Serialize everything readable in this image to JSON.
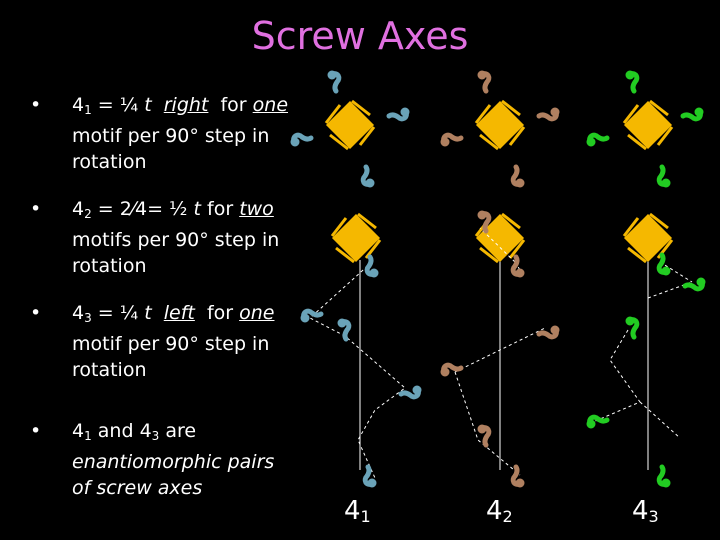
{
  "title": "Screw Axes",
  "bullet_char": "•",
  "bullets": [
    {
      "num": "4",
      "sub": "1",
      "eq": " = ¼ ",
      "t": "t",
      "sp": "  ",
      "dir": "right",
      "mid": "  for ",
      "count": "one",
      "line2": "motif per 90° step in",
      "line3": "rotation"
    },
    {
      "num": "4",
      "sub": "2",
      "eq": " = ",
      "frac": "2⁄4",
      "eq2": "= ½ ",
      "t": "t",
      "mid": " for ",
      "count": "two",
      "line2": "motifs per 90° step in",
      "line3": "rotation"
    },
    {
      "num": "4",
      "sub": "3",
      "eq": " = ¼ ",
      "t": "t",
      "sp": "  ",
      "dir": "left",
      "mid": "  for ",
      "count": "one",
      "line2": "motif per 90° step in",
      "line3": "rotation"
    },
    {
      "num_a": "4",
      "sub_a": "1",
      "and": " and ",
      "num_b": "4",
      "sub_b": "3",
      "are": " are",
      "line2": "enantiomorphic pairs",
      "line3": "of screw axes"
    }
  ],
  "axis_labels": [
    {
      "num": "4",
      "sub": "1"
    },
    {
      "num": "4",
      "sub": "2"
    },
    {
      "num": "4",
      "sub": "3"
    }
  ],
  "colors": {
    "title": "#e070e0",
    "diamond": "#f5b800",
    "blue": "#6aa3b8",
    "brown": "#b08060",
    "green": "#22cc22"
  }
}
